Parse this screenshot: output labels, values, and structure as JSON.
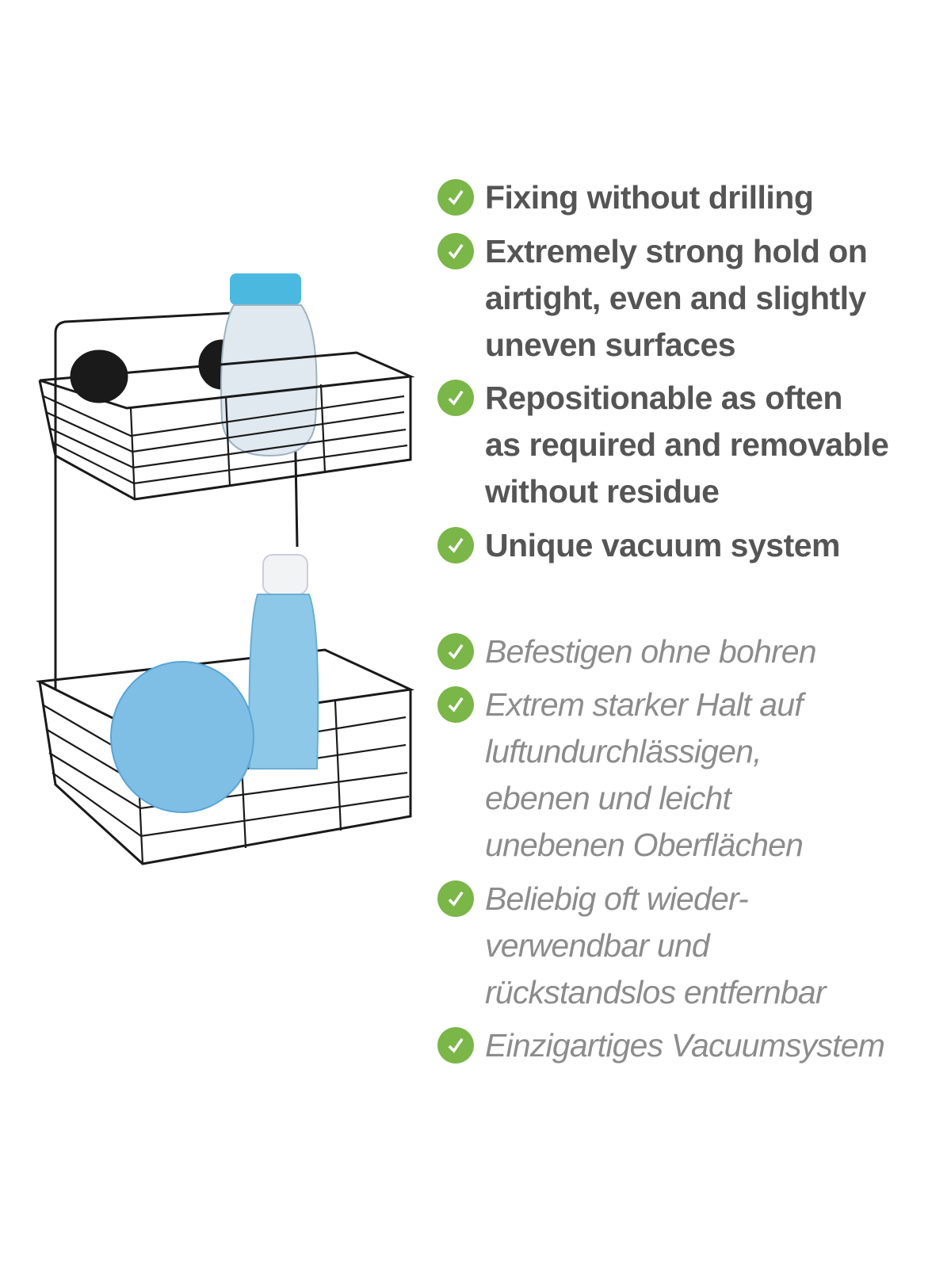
{
  "colors": {
    "check": "#7ab648",
    "english_text": "#555555",
    "german_text": "#8c8c8c"
  },
  "features_en": [
    {
      "lines": [
        "Fixing without drilling"
      ]
    },
    {
      "lines": [
        "Extremely strong hold on",
        "airtight, even and slightly",
        "uneven surfaces"
      ]
    },
    {
      "lines": [
        "Repositionable as often",
        "as required and removable",
        "without residue"
      ]
    },
    {
      "lines": [
        "Unique vacuum system"
      ]
    }
  ],
  "features_de": [
    {
      "lines": [
        "Befestigen ohne bohren"
      ]
    },
    {
      "lines": [
        "Extrem starker Halt auf",
        "luftundurchlässigen,",
        "ebenen und leicht",
        "unebenen Oberflächen"
      ]
    },
    {
      "lines": [
        "Beliebig oft wieder-",
        "verwendbar und",
        "rückstandslos entfernbar"
      ]
    },
    {
      "lines": [
        "Einzigartiges Vacuumsystem"
      ]
    }
  ]
}
